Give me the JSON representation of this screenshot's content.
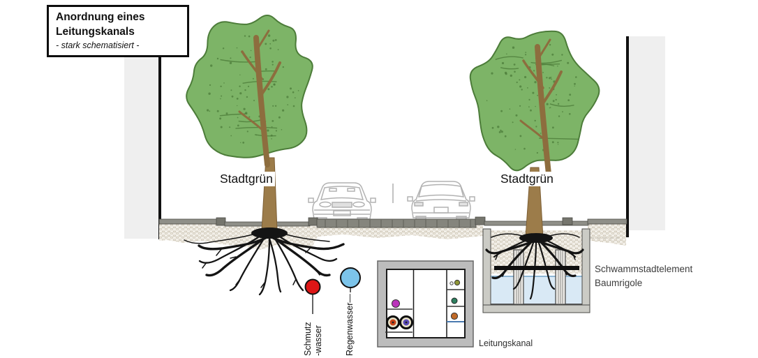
{
  "title_box": {
    "line1": "Anordnung eines",
    "line2": "Leitungskanals",
    "subtitle": "- stark schematisiert -"
  },
  "labels": {
    "left_tree": "Stadtgrün",
    "right_tree": "Stadtgrün",
    "sewage_line1": "Schmutz",
    "sewage_line2": "-wasser",
    "rainwater": "Regenwasser—",
    "duct": "Leitungskanal",
    "sponge_element_line1": "Schwammstadtelement",
    "sponge_element_line2": "Baumrigole"
  },
  "legend": {
    "sewage_color": "#dd1616",
    "rainwater_color": "#7cc4ea"
  },
  "colors": {
    "foliage": "#7db467",
    "foliage_dark": "#4c7c39",
    "trunk": "#9c7c4a",
    "trunk_dark": "#7d5f35",
    "branch": "#8d6d3e",
    "roots": "#141414",
    "building": "#efefef",
    "wall": "#111111",
    "pavement": "#85857d",
    "walkway": "#8f8f88",
    "curb": "#75756d",
    "water": "#d9e9f5",
    "water_line": "#8fb7d4",
    "duct_body": "#bcbcbc",
    "duct_interior": "#ffffff",
    "pipe_magenta": "#bb33bb",
    "pipe_red": "#cc4418",
    "pipe_violet": "#5a4ab8",
    "pipe_olive": "#8f9637",
    "pipe_teal": "#2e8060",
    "pipe_orange": "#c06a28",
    "shelf_blue": "#4a7ab0",
    "car_line": "#b2b2b2"
  }
}
